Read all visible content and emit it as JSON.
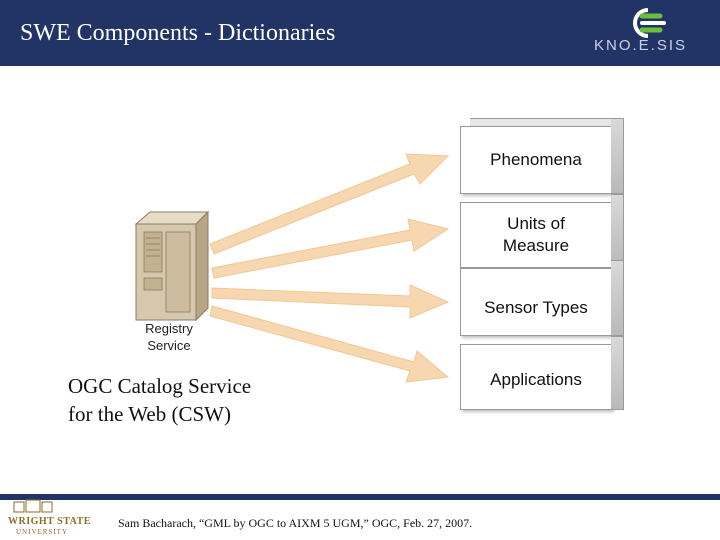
{
  "header": {
    "title": "SWE Components - Dictionaries",
    "logo_text": "KNO.E.SIS"
  },
  "diagram": {
    "source": {
      "icon": "server-icon",
      "label_line1": "Registry",
      "label_line2": "Service",
      "caption_line1": "OGC Catalog Service",
      "caption_line2": "for the Web (CSW)"
    },
    "boxes": [
      {
        "lines": [
          "Phenomena"
        ]
      },
      {
        "lines": [
          "Units of",
          "Measure"
        ]
      },
      {
        "lines": [
          "Sensor Types"
        ]
      },
      {
        "lines": [
          "Applications"
        ]
      }
    ],
    "arrow_color": "#f6d7b0"
  },
  "footer": {
    "citation": "Sam Bacharach, “GML by OGC to AIXM 5 UGM,” OGC, Feb. 27, 2007.",
    "university_line1": "WRIGHT STATE",
    "university_line2": "UNIVERSITY"
  },
  "colors": {
    "header_bg": "#223466",
    "accent_green": "#6cbf3a"
  }
}
